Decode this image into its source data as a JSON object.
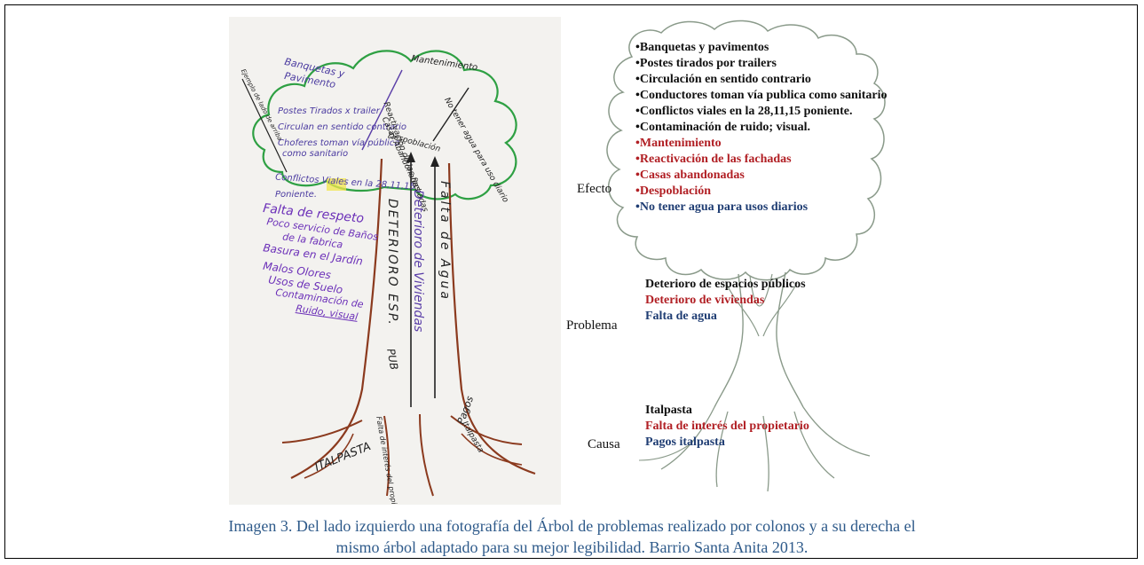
{
  "photo": {
    "left_notes": [
      "Banquetas y",
      "Pavimento",
      "Postes Tirados x trailer",
      "Circulan en sentido contrario",
      "Choferes toman vía pública",
      "como sanitario",
      "Conflictos Viales en la 28,11,15",
      "Poniente."
    ],
    "purple_notes": [
      "Falta de respeto",
      "Poco servicio de Baños",
      "de la fabrica",
      "Basura en el Jardín",
      "Malos Olores",
      "Usos de Suelo",
      "Contaminación de",
      "Ruido, visual"
    ],
    "top_notes": [
      "Mantenimiento",
      "Reactivación de las fachadas",
      "Casas Abandonadas",
      "Despoblación",
      "No tener agua para uso diario"
    ],
    "trunk_words": [
      "DETERIORO ESP.",
      "PUB",
      "Deterioro de Viviendas",
      "Falta de Agua"
    ],
    "root_words": [
      "ITALPASTA",
      "Falta de interés del propietario",
      "Pagos",
      "Italpasta"
    ],
    "side_note": "Ejemplo de lado de arriba"
  },
  "diagram": {
    "effects": [
      {
        "text": "•Banquetas y pavimentos",
        "color": "black"
      },
      {
        "text": "•Postes tirados por trailers",
        "color": "black"
      },
      {
        "text": "•Circulación en sentido contrario",
        "color": "black"
      },
      {
        "text": "•Conductores toman vía publica como sanitario",
        "color": "black"
      },
      {
        "text": "•Conflictos viales en la 28,11,15 poniente.",
        "color": "black"
      },
      {
        "text": "•Contaminación de ruido; visual.",
        "color": "black"
      },
      {
        "text": "•Mantenimiento",
        "color": "red"
      },
      {
        "text": "•Reactivación de las fachadas",
        "color": "red"
      },
      {
        "text": "•Casas abandonadas",
        "color": "red"
      },
      {
        "text": "•Despoblación",
        "color": "red"
      },
      {
        "text": "•No tener agua para usos diarios",
        "color": "blue"
      }
    ],
    "problems": [
      {
        "text": "Deterioro de espacios públicos",
        "color": "black"
      },
      {
        "text": "Deterioro de viviendas",
        "color": "red"
      },
      {
        "text": "Falta de agua",
        "color": "blue"
      }
    ],
    "causes": [
      {
        "text": "Italpasta",
        "color": "black"
      },
      {
        "text": "Falta de interés del propietario",
        "color": "red"
      },
      {
        "text": "Pagos italpasta",
        "color": "blue"
      }
    ],
    "labels": {
      "effect": "Efecto",
      "problem": "Problema",
      "cause": "Causa"
    }
  },
  "caption": {
    "line1": "Imagen 3.  Del lado izquierdo una fotografía del Árbol de problemas realizado por colonos y  a su derecha el",
    "line2": "mismo árbol adaptado para su mejor legibilidad. Barrio Santa Anita 2013."
  },
  "colors": {
    "black": "#111111",
    "red": "#b11f24",
    "blue": "#1f3d73",
    "caption": "#2e5a8a"
  }
}
